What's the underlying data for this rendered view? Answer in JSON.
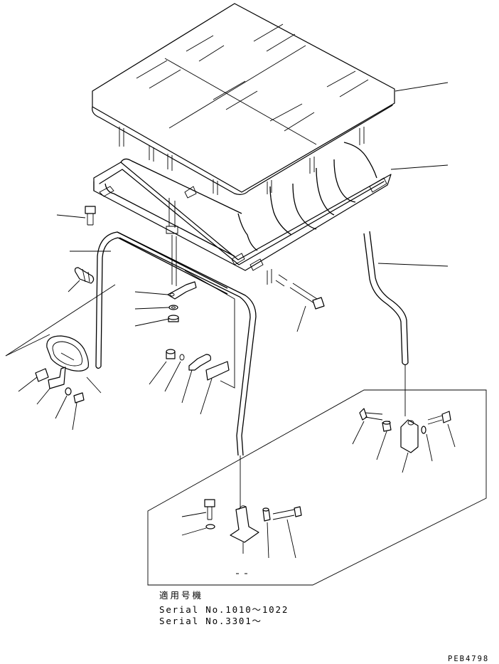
{
  "caption": {
    "title": "適用号機",
    "serial_1": "Serial No.1010～1022",
    "serial_2": "Serial No.3301～"
  },
  "drawing_code": "PEB4798"
}
